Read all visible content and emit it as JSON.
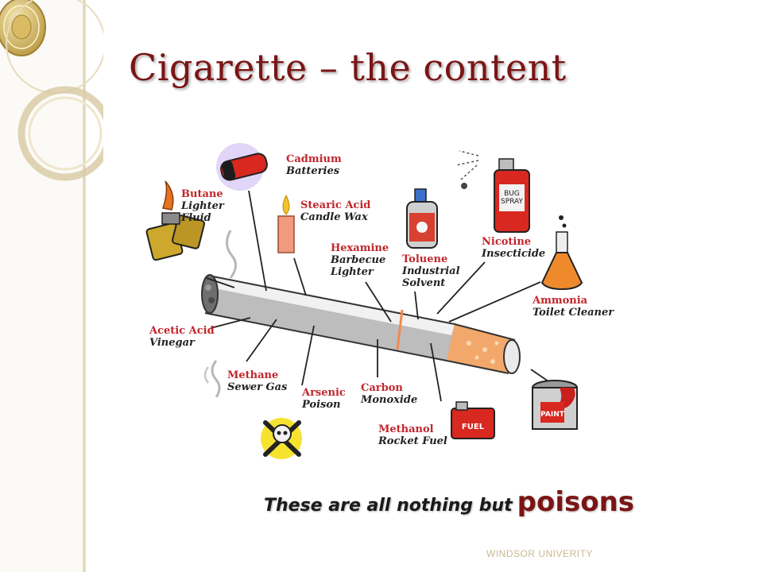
{
  "slide": {
    "title": "Cigarette – the content",
    "tagline_prefix": "These are all nothing but",
    "tagline_emphasis": "poisons",
    "footer": "WINDSOR UNIVERITY"
  },
  "labels": [
    {
      "id": "cadmium",
      "name": "Cadmium",
      "use": "Batteries"
    },
    {
      "id": "butane",
      "name": "Butane",
      "use": "Lighter\nFluid"
    },
    {
      "id": "stearic",
      "name": "Stearic Acid",
      "use": "Candle Wax"
    },
    {
      "id": "hexamine",
      "name": "Hexamine",
      "use": "Barbecue\nLighter"
    },
    {
      "id": "toluene",
      "name": "Toluene",
      "use": "Industrial\nSolvent"
    },
    {
      "id": "nicotine",
      "name": "Nicotine",
      "use": "Insecticide"
    },
    {
      "id": "ammonia",
      "name": "Ammonia",
      "use": "Toilet Cleaner"
    },
    {
      "id": "acetic",
      "name": "Acetic Acid",
      "use": "Vinegar"
    },
    {
      "id": "methane",
      "name": "Methane",
      "use": "Sewer Gas"
    },
    {
      "id": "arsenic",
      "name": "Arsenic",
      "use": "Poison"
    },
    {
      "id": "carbon",
      "name": "Carbon",
      "use": "Monoxide"
    },
    {
      "id": "methanol",
      "name": "Methanol",
      "use": "Rocket Fuel"
    }
  ],
  "icon_text": {
    "spray": "BUG\nSPRAY",
    "fuel": "FUEL",
    "paint": "PAINT"
  }
}
